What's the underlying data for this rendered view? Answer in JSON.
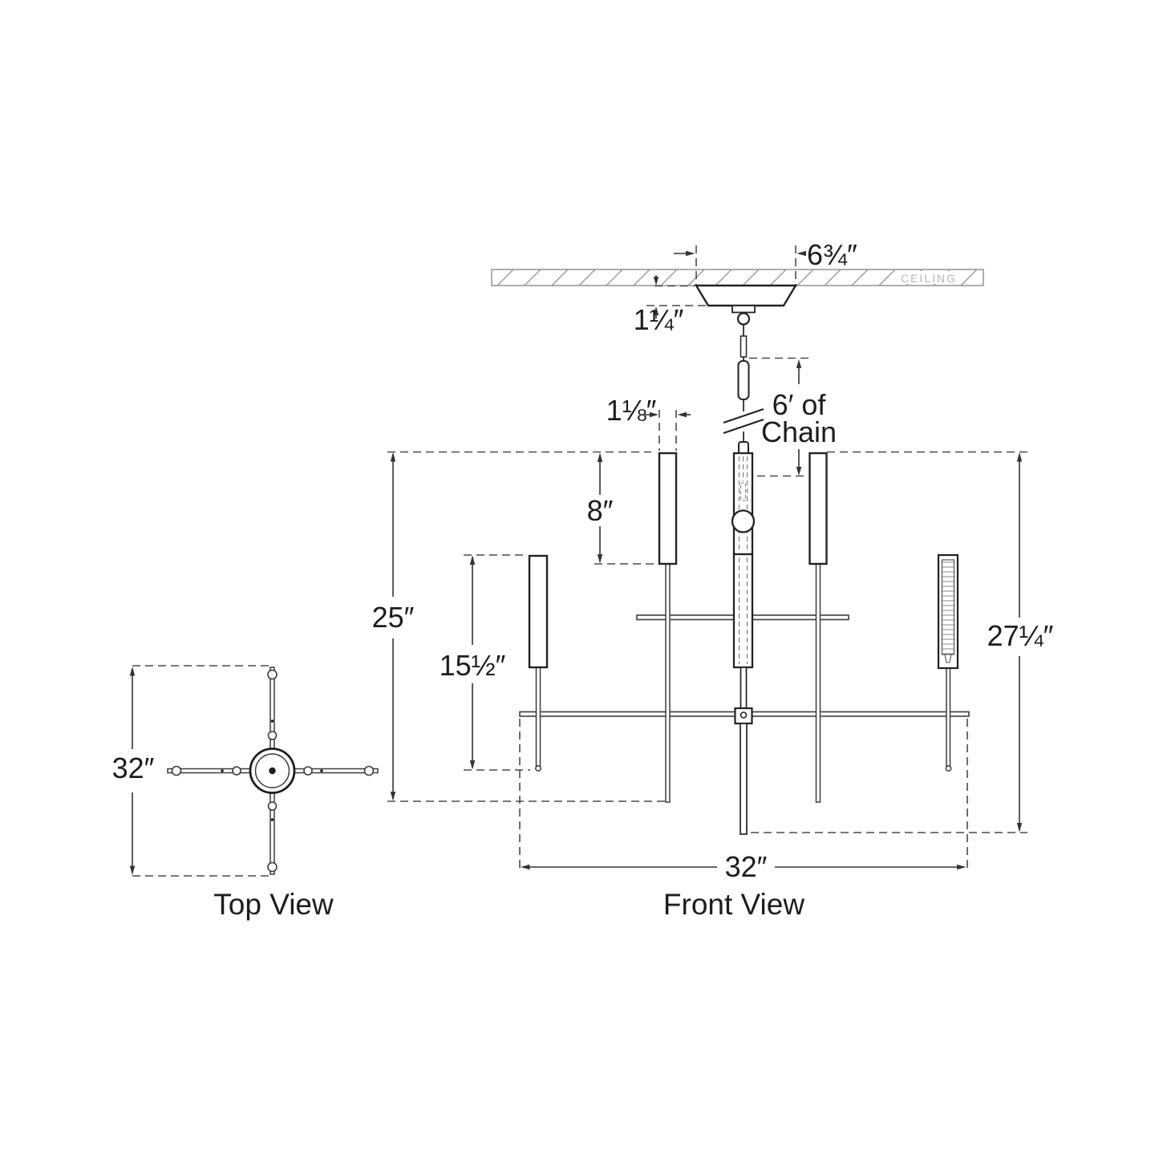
{
  "colors": {
    "background": "#ffffff",
    "line": "#222222",
    "thin_line": "#3c3c3c",
    "dash_line": "#4a4a4a",
    "hatch": "#9a9a9a",
    "ceiling_outline": "#8c8c8c",
    "ceiling_text": "#b5b5b5",
    "label_text": "#1d1d1d"
  },
  "front_view": {
    "label": "Front View",
    "ceiling_text": "CEILING",
    "dim_canopy_width": "6¾″",
    "dim_canopy_height": "1¼″",
    "dim_chain_line1": "6′ of",
    "dim_chain_line2": "Chain",
    "dim_candle_width": "1⅛″",
    "dim_upper_candle_height": "8″",
    "dim_upper_drop": "25″",
    "dim_lower_drop": "15½″",
    "dim_overall_height": "27¼″",
    "dim_width": "32″"
  },
  "top_view": {
    "label": "Top View",
    "dim_width": "32″"
  }
}
